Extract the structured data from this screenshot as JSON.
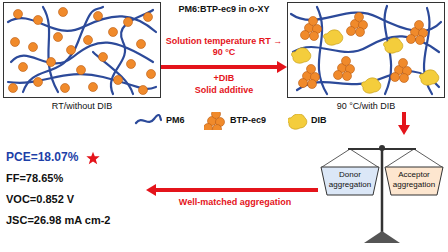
{
  "diagram": {
    "title": "PM6:BTP-ec9 in o-XY",
    "nodes": [
      {
        "text": [
          "RT/without DIB"
        ]
      },
      {
        "text": [
          "90 °C/with DIB"
        ]
      },
      {
        "text": [
          "Donor aggregation",
          "Acceptor aggregation"
        ]
      },
      {
        "text": [
          "PCE=18.07%",
          "FF=78.65%",
          "VOC=0.852 V",
          "JSC=26.98 mA cm-2"
        ]
      }
    ],
    "edges": [
      {
        "from": 0,
        "to": 1,
        "arrow": "to",
        "label": "Solution temperature RT → 90 °C"
      },
      {
        "from": 1,
        "to": 2,
        "arrow": "to"
      },
      {
        "from": 2,
        "to": 3,
        "arrow": "to",
        "label": "Well-matched aggregation"
      }
    ],
    "labels": [
      "+DIB",
      "Solid additive"
    ],
    "legend": [
      {
        "text": "PM6"
      },
      {
        "text": "BTP-ec9"
      },
      {
        "text": "DIB"
      }
    ]
  }
}
